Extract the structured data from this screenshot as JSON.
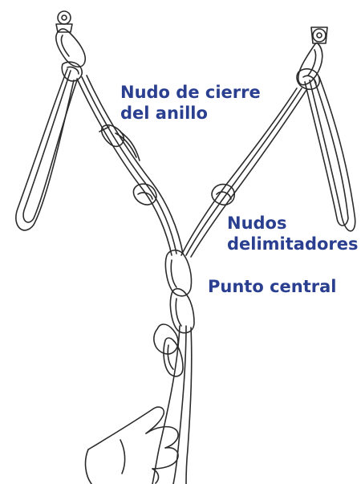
{
  "labels": {
    "closure_knot": {
      "line1": "Nudo de cierre",
      "line2": "del anillo"
    },
    "delimiting_knots": {
      "line1": "Nudos",
      "line2": "delimitadores"
    },
    "central_point": {
      "text": "Punto central"
    }
  },
  "colors": {
    "label_text": "#2a3f8f",
    "ink": "#2b2b2b",
    "background": "#ffffff"
  },
  "icons": [
    "anchor-bolt-left",
    "anchor-bolt-right",
    "carabiner",
    "hand"
  ]
}
